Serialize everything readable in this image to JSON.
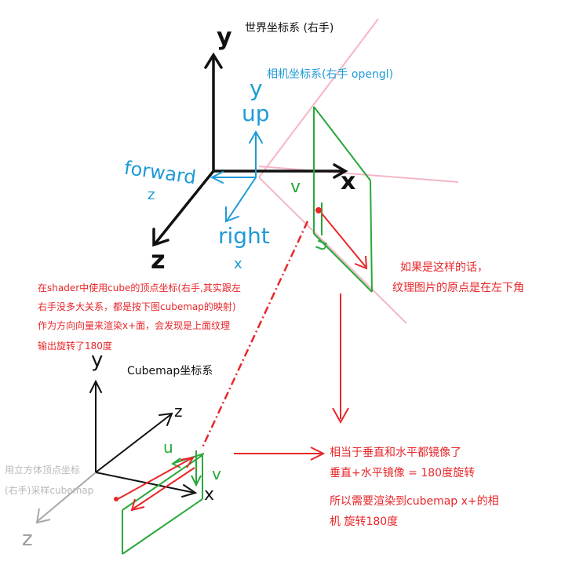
{
  "world_title": "世界坐标系 (右手)",
  "camera_title": "相机坐标系(右手 opengl)",
  "cubemap_title": "Cubemap坐标系",
  "axes": {
    "world_y": "y",
    "world_x": "x",
    "world_z": "z",
    "camera_y": "y",
    "camera_up": "up",
    "camera_forward": "forward",
    "camera_forward_sub": "z",
    "camera_right": "right",
    "camera_right_sub": "x",
    "cube_y": "y",
    "cube_z": "z",
    "cube_x": "x",
    "cube_z_gray": "z"
  },
  "uv_labels": {
    "v_top": "v",
    "u_top": "u",
    "cube_u": "u",
    "cube_v": "v"
  },
  "notes": {
    "texture_origin": [
      "如果是这样的话，",
      "纹理图片的原点是在左下角"
    ],
    "shader_note": [
      "在shader中使用cube的顶点坐标(右手,其实跟左",
      "右手没多大关系，都是按下图cubemap的映射)",
      "作为方向向量来渲染x+面，会发现是上面纹理",
      "输出旋转了180度"
    ],
    "mirror_result": [
      "相当于垂直和水平都镜像了",
      "垂直+水平镜像 = 180度旋转"
    ],
    "conclusion": [
      "所以需要渲染到cubemap x+的相",
      "机 旋转180度"
    ],
    "gray_note": [
      "用立方体顶点坐标",
      "(右手)采样cubemap"
    ]
  },
  "colors": {
    "black": "#111111",
    "blue": "#1f9bd7",
    "red": "#e8262a",
    "green": "#27a83a",
    "pink": "#f4b6c4",
    "gray": "#a8a8a8"
  }
}
